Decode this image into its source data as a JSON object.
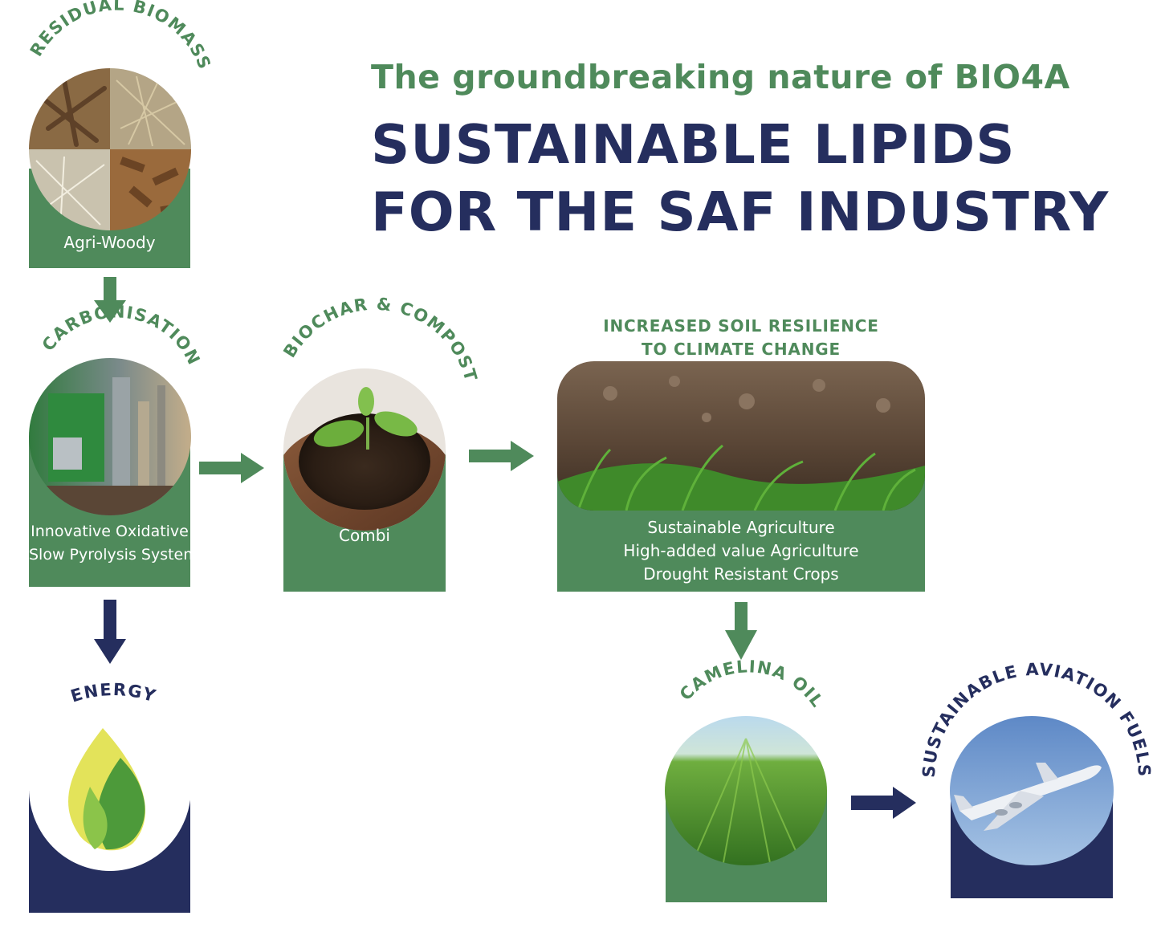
{
  "header": {
    "subtitle": "The groundbreaking nature of BIO4A",
    "title_line1": "SUSTAINABLE LIPIDS",
    "title_line2": "FOR THE SAF INDUSTRY"
  },
  "nodes": {
    "residual_biomass": {
      "title": "RESIDUAL BIOMASS",
      "label": "Agri-Woody"
    },
    "carbonisation": {
      "title": "CARBONISATION",
      "label_line1": "Innovative Oxidative",
      "label_line2": "Slow Pyrolysis System"
    },
    "biochar": {
      "title": "BIOCHAR & COMPOST",
      "label": "Combi"
    },
    "soil": {
      "title_line1": "INCREASED SOIL RESILIENCE",
      "title_line2": "TO CLIMATE CHANGE",
      "label_line1": "Sustainable Agriculture",
      "label_line2": "High-added value Agriculture",
      "label_line3": "Drought Resistant Crops"
    },
    "energy": {
      "title": "ENERGY"
    },
    "camelina": {
      "title": "CAMELINA OIL"
    },
    "saf": {
      "title": "SUSTAINABLE AVIATION FUELS"
    }
  },
  "colors": {
    "green": "#4f8a5b",
    "navy": "#252e5e"
  }
}
